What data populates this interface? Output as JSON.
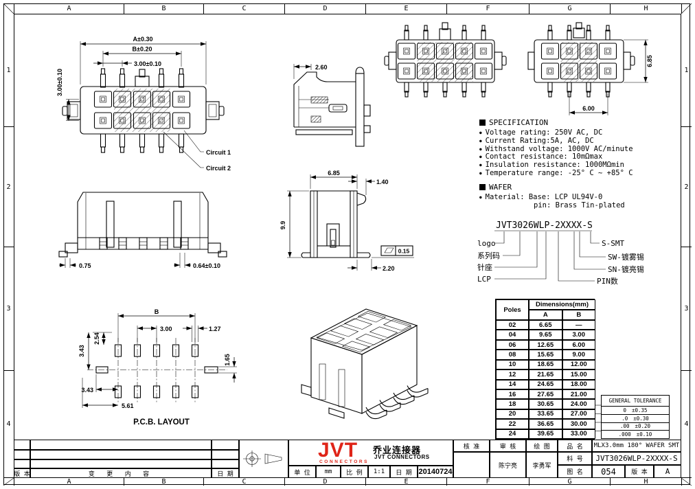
{
  "colors": {
    "logo_red": "#df2418",
    "line": "#000000"
  },
  "sheet": {
    "zone_columns": [
      "A",
      "B",
      "C",
      "D",
      "E",
      "F",
      "G",
      "H"
    ],
    "zone_rows": [
      "1",
      "2",
      "3",
      "4"
    ]
  },
  "front_view": {
    "dim_a": "A±0.30",
    "dim_b": "B±0.20",
    "dim_pitch": "3.00±0.10",
    "dim_row_pitch": "3.00±0.10",
    "circuit1": "Circuit 1",
    "circuit2": "Circuit 2"
  },
  "bottom_view": {
    "dim_left": "0.75",
    "dim_right": "0.64±0.10"
  },
  "pcb_layout": {
    "title": "P.C.B. LAYOUT",
    "dim_b": "B",
    "dim_pitch": "3.00",
    "dim_pad_w": "1.27",
    "dim_row": "2.54",
    "dim_side_v": "3.43",
    "dim_side_h": "3.43",
    "dim_pad_h": "1.65",
    "dim_end": "5.61"
  },
  "side_section_view": {
    "dim_depth": "2.60"
  },
  "front_section_view": {
    "dim_width": "6.85",
    "dim_tab": "1.40",
    "dim_height": "9.9",
    "dim_foot": "2.20",
    "flatness": "0.15"
  },
  "top_view_8pin": {
    "dim_height": "6.85",
    "dim_width": "6.00"
  },
  "specification": {
    "title": "SPECIFICATION",
    "items": [
      "Voltage rating: 250V AC, DC",
      "Current Rating:5A, AC, DC",
      "Withstand voltage: 1000V AC/minute",
      "Contact resistance: 10mΩmax",
      "Insulation resistance: 1000MΩmin",
      "Temperature range: -25° C ~ +85° C"
    ]
  },
  "wafer": {
    "title": "WAFER",
    "line1": "Material: Base: LCP UL94V-0",
    "line2": "pin: Brass Tin-plated"
  },
  "part_number": {
    "value": "JVT3026WLP-2XXXX-S",
    "left_labels": [
      "logo",
      "系列码",
      "针座",
      "LCP"
    ],
    "right_labels": [
      "S-SMT",
      "SW-镀雾锡",
      "SN-镀亮锡",
      "PIN数"
    ]
  },
  "poles_table": {
    "col_poles": "Poles",
    "col_dims": "Dimensions(mm)",
    "col_a": "A",
    "col_b": "B",
    "rows": [
      [
        "02",
        "6.65",
        "—"
      ],
      [
        "04",
        "9.65",
        "3.00"
      ],
      [
        "06",
        "12.65",
        "6.00"
      ],
      [
        "08",
        "15.65",
        "9.00"
      ],
      [
        "10",
        "18.65",
        "12.00"
      ],
      [
        "12",
        "21.65",
        "15.00"
      ],
      [
        "14",
        "24.65",
        "18.00"
      ],
      [
        "16",
        "27.65",
        "21.00"
      ],
      [
        "18",
        "30.65",
        "24.00"
      ],
      [
        "20",
        "33.65",
        "27.00"
      ],
      [
        "22",
        "36.65",
        "30.00"
      ],
      [
        "24",
        "39.65",
        "33.00"
      ]
    ]
  },
  "tolerance": {
    "title": "GENERAL TOLERANCE",
    "rows": [
      [
        "0",
        "±0.35"
      ],
      [
        ".0",
        "±0.30"
      ],
      [
        ".00",
        "±0.20"
      ],
      [
        ".000",
        "±0.10"
      ]
    ]
  },
  "title_block": {
    "logo_text": "JVT",
    "logo_sub": "CONNECTORS",
    "company_cn": "乔业连接器",
    "company_en": "JVT CONNECTORS",
    "approve_label": "核 准",
    "review_label": "审 核",
    "draft_label": "绘 图",
    "reviewer": "陈宁亮",
    "drafter": "李勇军",
    "product_label": "品 名",
    "product_value": "MLX3.0mm 180° WAFER SMT",
    "part_label": "料 号",
    "part_value": "JVT3026WLP-2XXXX-S",
    "drawing_label": "图 名",
    "drawing_value": "054",
    "rev_label": "版 本",
    "rev_value": "A",
    "unit_label": "单 位",
    "unit_value": "mm",
    "scale_label": "比 例",
    "scale_value": "1:1",
    "date_label": "日 期",
    "date_value": "20140724",
    "revision_col": "版 本",
    "change_col": "变 更 内 容",
    "date_col": "日 期"
  }
}
